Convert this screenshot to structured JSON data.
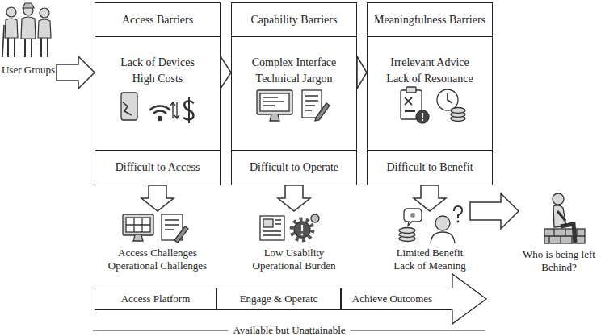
{
  "diagram": {
    "nodes": [
      {
        "text": [
          "User Groups"
        ]
      },
      {
        "text": [
          "Access Barriers",
          "Lack of Devices High Costs",
          "Difficult to Access"
        ]
      },
      {
        "text": [
          "Capability Barriers",
          "Complex Interface Technical Jargon",
          "Difficult to Operate"
        ]
      },
      {
        "text": [
          "Meaningfulness Barriers",
          "Irrelevant Advice Lack of Resonance",
          "Difficult to Benefit"
        ]
      },
      {
        "text": [
          "Access Challenges Operational Challenges"
        ]
      },
      {
        "text": [
          "Low Usability Operational Burden"
        ]
      },
      {
        "text": [
          "Limited Benefit Lack of Meaning"
        ]
      },
      {
        "text": [
          "Who is being left Behind?"
        ]
      },
      {
        "text": [
          "Access Platform"
        ]
      },
      {
        "text": [
          "Engage & Operatc"
        ]
      },
      {
        "text": [
          "Achieve Outcomes"
        ]
      }
    ],
    "edges": [
      {
        "from": 0,
        "to": 1,
        "arrow": "to"
      },
      {
        "from": 1,
        "to": 2,
        "arrow": "to"
      },
      {
        "from": 2,
        "to": 3,
        "arrow": "to"
      },
      {
        "from": 1,
        "to": 4,
        "arrow": "to"
      },
      {
        "from": 2,
        "to": 5,
        "arrow": "to"
      },
      {
        "from": 3,
        "to": 6,
        "arrow": "to"
      },
      {
        "from": 6,
        "to": 7,
        "arrow": "to"
      }
    ],
    "labels": [
      "Available but Unattainable"
    ]
  }
}
